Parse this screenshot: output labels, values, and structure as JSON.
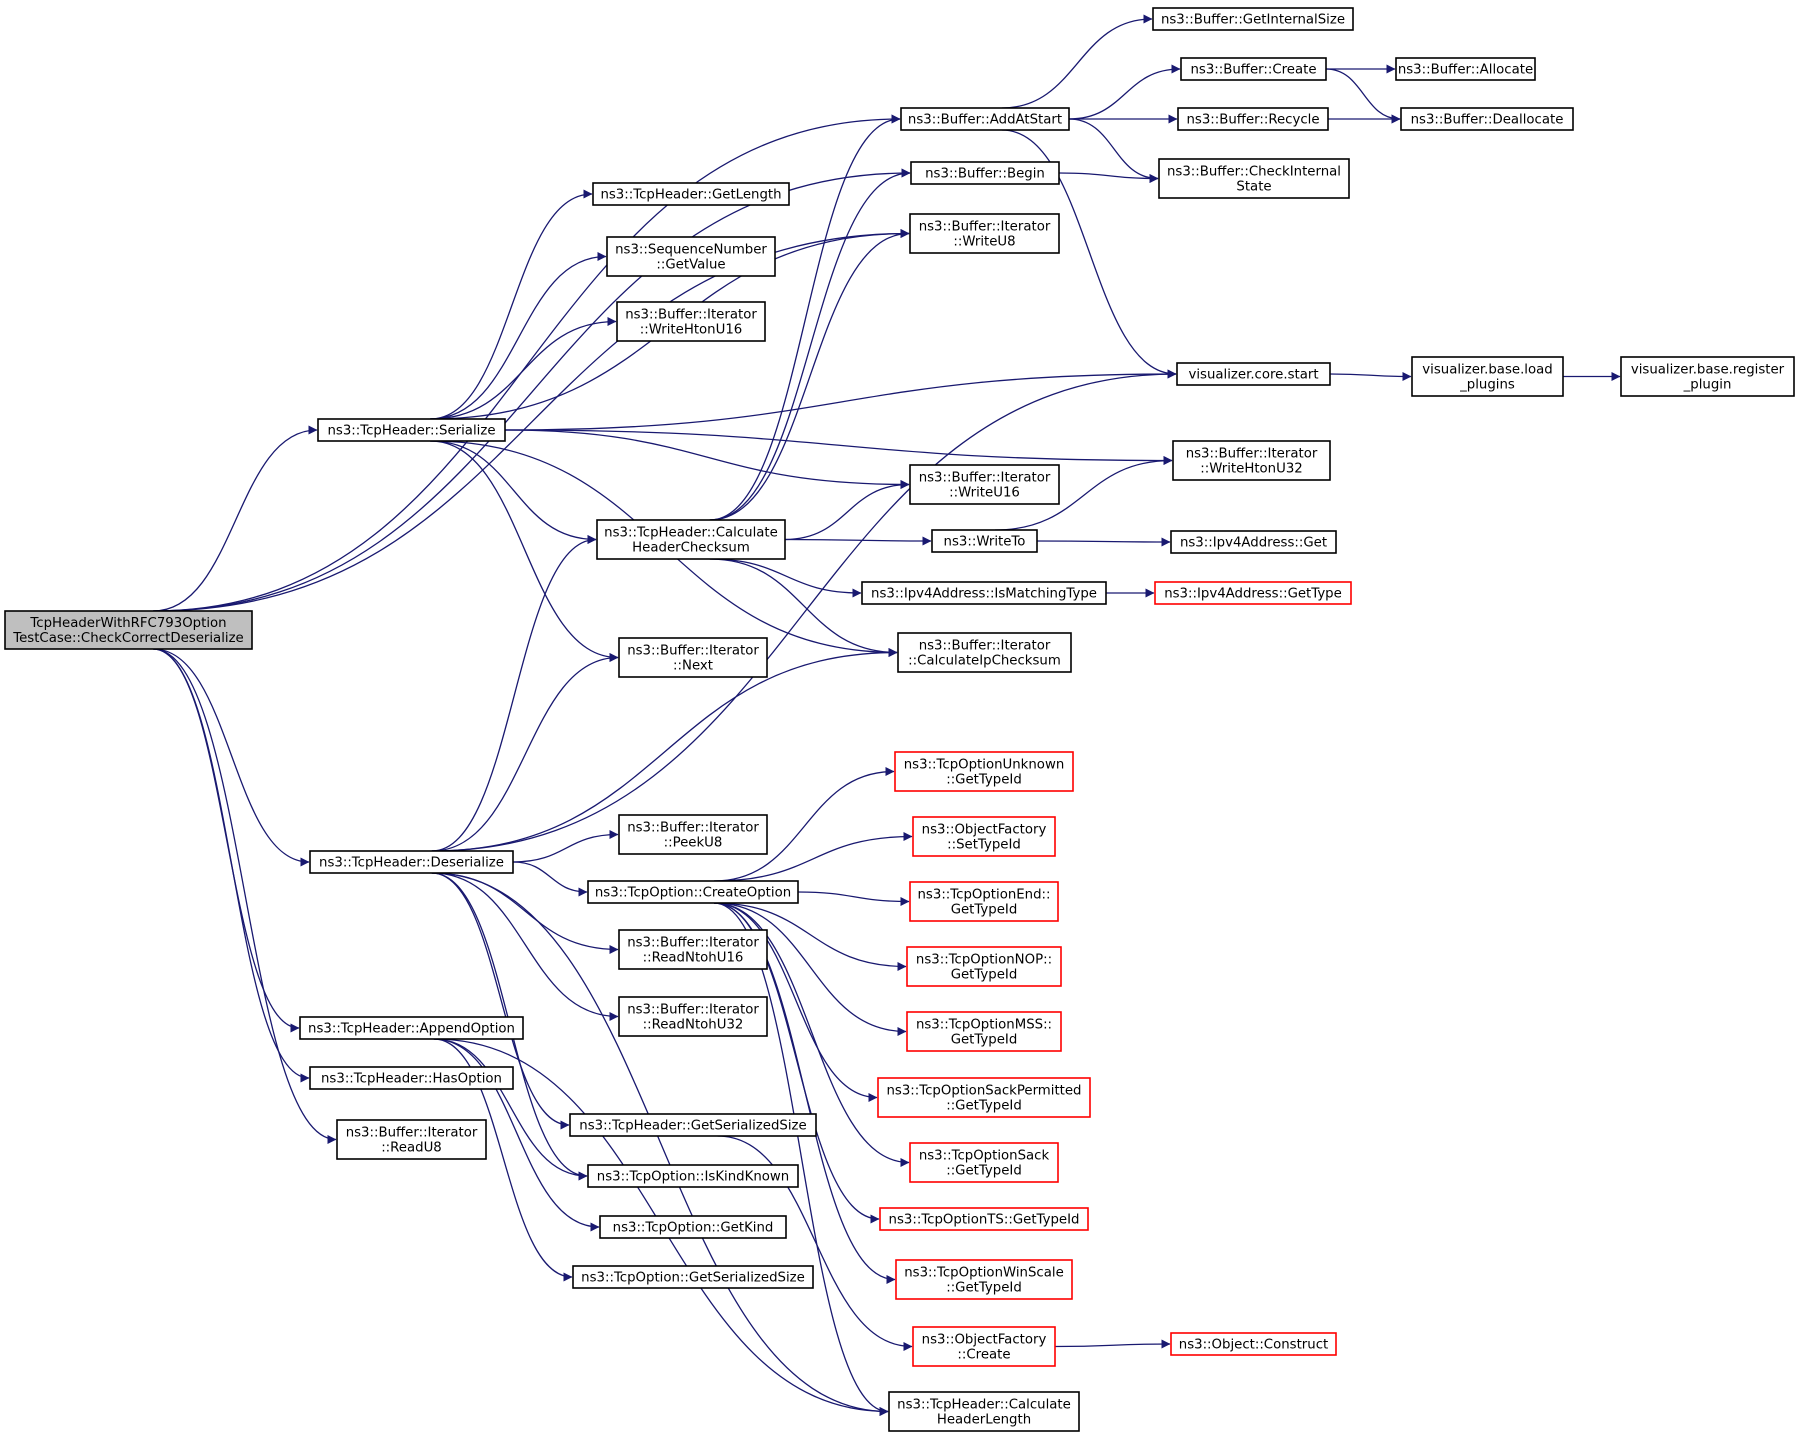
{
  "colors": {
    "edge": "#191970",
    "node_border": "#000000",
    "node_border_truncated": "#ff0000",
    "root_fill": "#bfbfbf",
    "node_fill": "#ffffff"
  },
  "nodes": [
    {
      "id": "root",
      "lines": [
        "TcpHeaderWithRFC793Option",
        "TestCase::CheckCorrectDeserialize"
      ],
      "style": "root"
    },
    {
      "id": "serialize",
      "lines": [
        "ns3::TcpHeader::Serialize"
      ]
    },
    {
      "id": "deserialize",
      "lines": [
        "ns3::TcpHeader::Deserialize"
      ]
    },
    {
      "id": "appendoption",
      "lines": [
        "ns3::TcpHeader::AppendOption"
      ]
    },
    {
      "id": "hasoption",
      "lines": [
        "ns3::TcpHeader::HasOption"
      ]
    },
    {
      "id": "readu8",
      "lines": [
        "ns3::Buffer::Iterator",
        "::ReadU8"
      ]
    },
    {
      "id": "getlength",
      "lines": [
        "ns3::TcpHeader::GetLength"
      ]
    },
    {
      "id": "seqgetvalue",
      "lines": [
        "ns3::SequenceNumber",
        "::GetValue"
      ]
    },
    {
      "id": "writehtonu16",
      "lines": [
        "ns3::Buffer::Iterator",
        "::WriteHtonU16"
      ]
    },
    {
      "id": "calcchecksum",
      "lines": [
        "ns3::TcpHeader::Calculate",
        "HeaderChecksum"
      ]
    },
    {
      "id": "next",
      "lines": [
        "ns3::Buffer::Iterator",
        "::Next"
      ]
    },
    {
      "id": "peeku8",
      "lines": [
        "ns3::Buffer::Iterator",
        "::PeekU8"
      ]
    },
    {
      "id": "createoption",
      "lines": [
        "ns3::TcpOption::CreateOption"
      ]
    },
    {
      "id": "readntohu16",
      "lines": [
        "ns3::Buffer::Iterator",
        "::ReadNtohU16"
      ]
    },
    {
      "id": "readntohu32",
      "lines": [
        "ns3::Buffer::Iterator",
        "::ReadNtohU32"
      ]
    },
    {
      "id": "getserializedsize",
      "lines": [
        "ns3::TcpHeader::GetSerializedSize"
      ]
    },
    {
      "id": "iskindknown",
      "lines": [
        "ns3::TcpOption::IsKindKnown"
      ]
    },
    {
      "id": "getkind",
      "lines": [
        "ns3::TcpOption::GetKind"
      ]
    },
    {
      "id": "optgetserializedsize",
      "lines": [
        "ns3::TcpOption::GetSerializedSize"
      ]
    },
    {
      "id": "addatstart",
      "lines": [
        "ns3::Buffer::AddAtStart"
      ]
    },
    {
      "id": "begin",
      "lines": [
        "ns3::Buffer::Begin"
      ]
    },
    {
      "id": "writeu8",
      "lines": [
        "ns3::Buffer::Iterator",
        "::WriteU8"
      ]
    },
    {
      "id": "writeu16",
      "lines": [
        "ns3::Buffer::Iterator",
        "::WriteU16"
      ]
    },
    {
      "id": "writeto",
      "lines": [
        "ns3::WriteTo"
      ]
    },
    {
      "id": "ismatchingtype",
      "lines": [
        "ns3::Ipv4Address::IsMatchingType"
      ]
    },
    {
      "id": "calcipchecksum",
      "lines": [
        "ns3::Buffer::Iterator",
        "::CalculateIpChecksum"
      ]
    },
    {
      "id": "unknown_gettypeid",
      "lines": [
        "ns3::TcpOptionUnknown",
        "::GetTypeId"
      ],
      "style": "truncated"
    },
    {
      "id": "of_settypeid",
      "lines": [
        "ns3::ObjectFactory",
        "::SetTypeId"
      ],
      "style": "truncated"
    },
    {
      "id": "end_gettypeid",
      "lines": [
        "ns3::TcpOptionEnd::",
        "GetTypeId"
      ],
      "style": "truncated"
    },
    {
      "id": "nop_gettypeid",
      "lines": [
        "ns3::TcpOptionNOP::",
        "GetTypeId"
      ],
      "style": "truncated"
    },
    {
      "id": "mss_gettypeid",
      "lines": [
        "ns3::TcpOptionMSS::",
        "GetTypeId"
      ],
      "style": "truncated"
    },
    {
      "id": "sackperm_gettypeid",
      "lines": [
        "ns3::TcpOptionSackPermitted",
        "::GetTypeId"
      ],
      "style": "truncated"
    },
    {
      "id": "sack_gettypeid",
      "lines": [
        "ns3::TcpOptionSack",
        "::GetTypeId"
      ],
      "style": "truncated"
    },
    {
      "id": "ts_gettypeid",
      "lines": [
        "ns3::TcpOptionTS::GetTypeId"
      ],
      "style": "truncated"
    },
    {
      "id": "winscale_gettypeid",
      "lines": [
        "ns3::TcpOptionWinScale",
        "::GetTypeId"
      ],
      "style": "truncated"
    },
    {
      "id": "of_create",
      "lines": [
        "ns3::ObjectFactory",
        "::Create"
      ],
      "style": "truncated"
    },
    {
      "id": "calcheaderlength",
      "lines": [
        "ns3::TcpHeader::Calculate",
        "HeaderLength"
      ]
    },
    {
      "id": "getinternalsize",
      "lines": [
        "ns3::Buffer::GetInternalSize"
      ]
    },
    {
      "id": "buffercreate",
      "lines": [
        "ns3::Buffer::Create"
      ]
    },
    {
      "id": "recycle",
      "lines": [
        "ns3::Buffer::Recycle"
      ]
    },
    {
      "id": "checkinternalstate",
      "lines": [
        "ns3::Buffer::CheckInternal",
        "State"
      ]
    },
    {
      "id": "vizcorestart",
      "lines": [
        "visualizer.core.start"
      ]
    },
    {
      "id": "writehtonu32",
      "lines": [
        "ns3::Buffer::Iterator",
        "::WriteHtonU32"
      ]
    },
    {
      "id": "ipv4get",
      "lines": [
        "ns3::Ipv4Address::Get"
      ]
    },
    {
      "id": "ipv4gettype",
      "lines": [
        "ns3::Ipv4Address::GetType"
      ],
      "style": "truncated"
    },
    {
      "id": "objconstruct",
      "lines": [
        "ns3::Object::Construct"
      ],
      "style": "truncated"
    },
    {
      "id": "allocate",
      "lines": [
        "ns3::Buffer::Allocate"
      ]
    },
    {
      "id": "deallocate",
      "lines": [
        "ns3::Buffer::Deallocate"
      ]
    },
    {
      "id": "loadplugins",
      "lines": [
        "visualizer.base.load",
        "_plugins"
      ]
    },
    {
      "id": "registerplugin",
      "lines": [
        "visualizer.base.register",
        "_plugin"
      ]
    }
  ],
  "edges": [
    [
      "root",
      "serialize"
    ],
    [
      "root",
      "deserialize"
    ],
    [
      "root",
      "appendoption"
    ],
    [
      "root",
      "hasoption"
    ],
    [
      "root",
      "readu8"
    ],
    [
      "root",
      "addatstart"
    ],
    [
      "root",
      "begin"
    ],
    [
      "root",
      "writeu8"
    ],
    [
      "serialize",
      "getlength"
    ],
    [
      "serialize",
      "seqgetvalue"
    ],
    [
      "serialize",
      "writehtonu16"
    ],
    [
      "serialize",
      "calcchecksum"
    ],
    [
      "serialize",
      "next"
    ],
    [
      "serialize",
      "writeu8"
    ],
    [
      "serialize",
      "writeu16"
    ],
    [
      "serialize",
      "calcipchecksum"
    ],
    [
      "serialize",
      "vizcorestart"
    ],
    [
      "serialize",
      "writehtonu32"
    ],
    [
      "deserialize",
      "calcchecksum"
    ],
    [
      "deserialize",
      "next"
    ],
    [
      "deserialize",
      "peeku8"
    ],
    [
      "deserialize",
      "createoption"
    ],
    [
      "deserialize",
      "readntohu16"
    ],
    [
      "deserialize",
      "readntohu32"
    ],
    [
      "deserialize",
      "getserializedsize"
    ],
    [
      "deserialize",
      "iskindknown"
    ],
    [
      "deserialize",
      "calcipchecksum"
    ],
    [
      "deserialize",
      "vizcorestart"
    ],
    [
      "deserialize",
      "calcheaderlength"
    ],
    [
      "appendoption",
      "iskindknown"
    ],
    [
      "appendoption",
      "getkind"
    ],
    [
      "appendoption",
      "optgetserializedsize"
    ],
    [
      "appendoption",
      "calcheaderlength"
    ],
    [
      "getserializedsize",
      "of_create"
    ],
    [
      "calcchecksum",
      "addatstart"
    ],
    [
      "calcchecksum",
      "begin"
    ],
    [
      "calcchecksum",
      "writeu8"
    ],
    [
      "calcchecksum",
      "writeu16"
    ],
    [
      "calcchecksum",
      "writeto"
    ],
    [
      "calcchecksum",
      "ismatchingtype"
    ],
    [
      "calcchecksum",
      "calcipchecksum"
    ],
    [
      "createoption",
      "unknown_gettypeid"
    ],
    [
      "createoption",
      "of_settypeid"
    ],
    [
      "createoption",
      "end_gettypeid"
    ],
    [
      "createoption",
      "nop_gettypeid"
    ],
    [
      "createoption",
      "mss_gettypeid"
    ],
    [
      "createoption",
      "sackperm_gettypeid"
    ],
    [
      "createoption",
      "sack_gettypeid"
    ],
    [
      "createoption",
      "ts_gettypeid"
    ],
    [
      "createoption",
      "winscale_gettypeid"
    ],
    [
      "createoption",
      "calcheaderlength"
    ],
    [
      "addatstart",
      "getinternalsize"
    ],
    [
      "addatstart",
      "buffercreate"
    ],
    [
      "addatstart",
      "recycle"
    ],
    [
      "addatstart",
      "checkinternalstate"
    ],
    [
      "addatstart",
      "vizcorestart"
    ],
    [
      "begin",
      "checkinternalstate"
    ],
    [
      "writeto",
      "writehtonu32"
    ],
    [
      "writeto",
      "ipv4get"
    ],
    [
      "ismatchingtype",
      "ipv4gettype"
    ],
    [
      "of_create",
      "objconstruct"
    ],
    [
      "buffercreate",
      "allocate"
    ],
    [
      "buffercreate",
      "deallocate"
    ],
    [
      "recycle",
      "deallocate"
    ],
    [
      "vizcorestart",
      "loadplugins"
    ],
    [
      "loadplugins",
      "registerplugin"
    ]
  ]
}
